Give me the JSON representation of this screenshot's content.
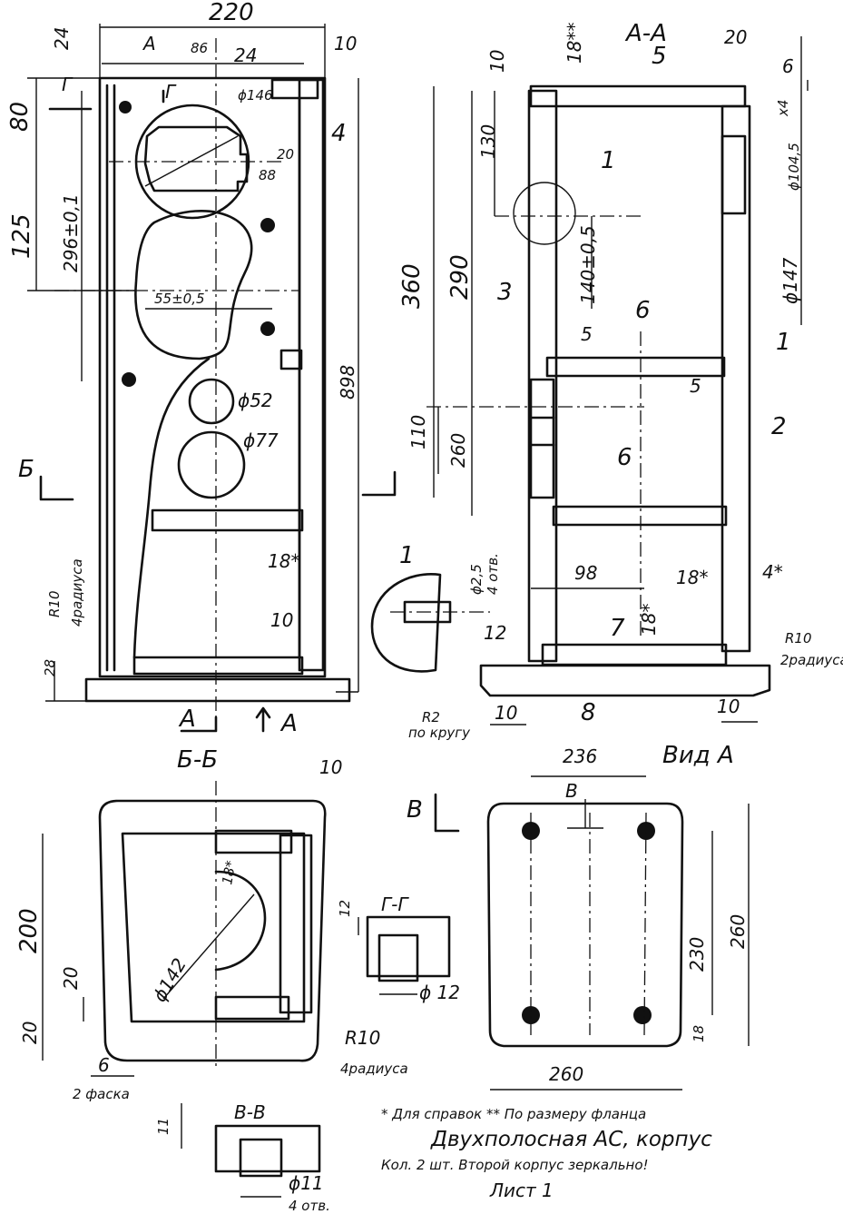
{
  "front_view": {
    "dims": {
      "width": "220",
      "top_left": "24",
      "top_right": "10",
      "mid": "24",
      "small_86": "86",
      "h80": "80",
      "h125": "125",
      "h296": "296±0,1",
      "h898": "898",
      "h28": "28",
      "d146": "ϕ146",
      "d88": "88",
      "d20": "20",
      "d55": "55±0,5",
      "d52": "ϕ52",
      "d77": "ϕ77",
      "s18": "18*",
      "s10": "10",
      "r10": "R10",
      "r10_note": "4радиуса"
    },
    "markers": {
      "section_A": "A",
      "section_G": "Г",
      "section_B": "Б",
      "part_4": "4"
    }
  },
  "section_AA": {
    "title": "A-A",
    "dims": {
      "top18": "18**",
      "top20": "20",
      "top10": "10",
      "top6": "6",
      "right_x": "x4",
      "h130": "130",
      "h360": "360",
      "h290": "290",
      "h140": "140±0,5",
      "d104": "ϕ104,5",
      "d147": "ϕ147",
      "h110": "110",
      "h260": "260",
      "w98": "98",
      "w5a": "5",
      "w5b": "5",
      "s18a": "18*",
      "s18b": "18*",
      "s4": "4*",
      "r10": "R10",
      "r10_note": "2радиуса",
      "b10a": "10",
      "b10b": "10",
      "r2": "R2",
      "r2_note": "по кругу"
    },
    "parts": {
      "p1a": "1",
      "p1b": "1",
      "p2": "2",
      "p3": "3",
      "p5": "5",
      "p6a": "6",
      "p6b": "6",
      "p7": "7",
      "p8": "8"
    }
  },
  "detail_1": {
    "title": "1",
    "d": "ϕ2,5",
    "note": "4 отв.",
    "dim12": "12"
  },
  "section_BB": {
    "title": "Б-Б",
    "dims": {
      "w10": "10",
      "h200": "200",
      "h20a": "20",
      "h20b": "20",
      "d142": "ϕ142",
      "s18": "18*",
      "w6": "6",
      "chamfer": "2 фаска",
      "r10": "R10",
      "r10_note": "4радиуса"
    }
  },
  "section_GG": {
    "title": "Г-Г",
    "dims": {
      "h12": "12",
      "d12": "ϕ 12"
    }
  },
  "view_A": {
    "title": "Вид А",
    "dims": {
      "w236": "236",
      "h230": "230",
      "h260": "260",
      "h18": "18",
      "w260": "260"
    },
    "marker": "В"
  },
  "section_VV": {
    "title": "В-В",
    "dims": {
      "h11": "11",
      "d11": "ϕ11",
      "note": "4 отв."
    }
  },
  "notes": {
    "line1": "* Для справок ** По размеру фланца",
    "line2": "Двухполосная АС, корпус",
    "line3": "Кол. 2 шт. Второй корпус зеркально!",
    "line4": "Лист 1"
  }
}
